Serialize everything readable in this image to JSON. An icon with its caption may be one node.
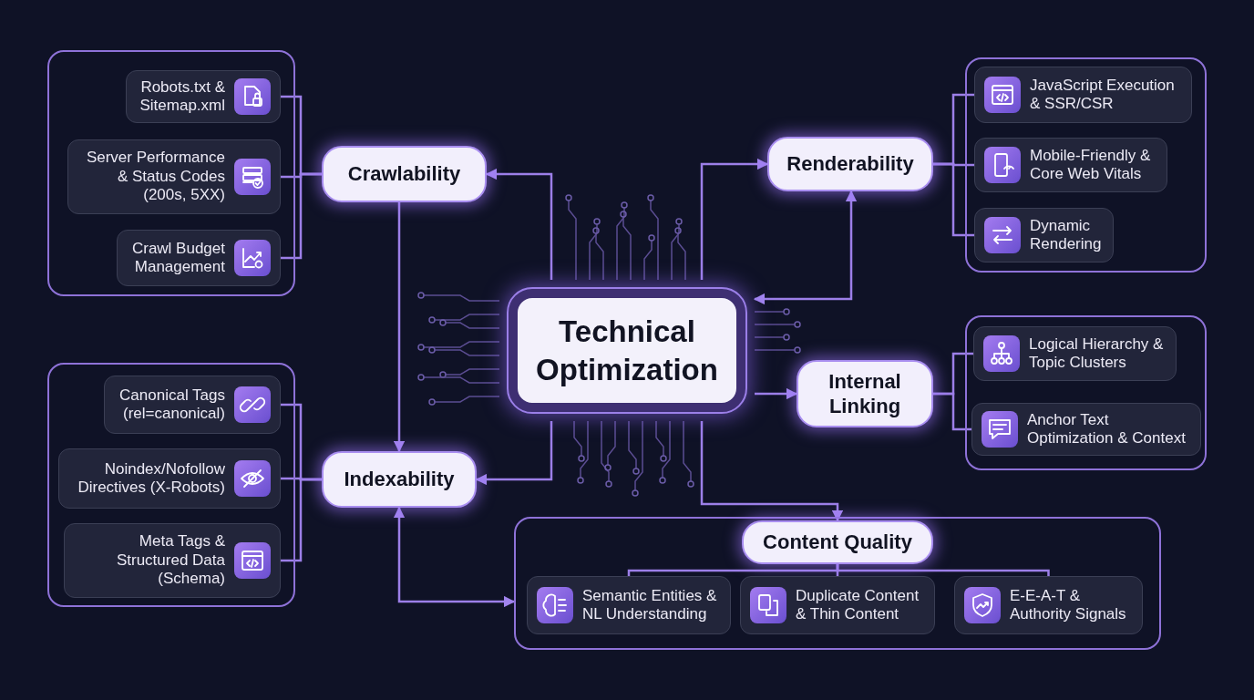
{
  "diagram": {
    "nodes": [
      {
        "text": [],
        "shape": "box"
      },
      {
        "text": [
          "Robots.txt & Sitemap.xml"
        ],
        "in": 0
      },
      {
        "text": [
          "Server Performance & Status Codes (200s, 5XX)"
        ],
        "in": 0
      },
      {
        "text": [
          "Crawl Budget Management"
        ],
        "in": 0
      },
      {
        "text": [
          "Crawlability"
        ]
      },
      {
        "text": [
          "Renderability"
        ]
      },
      {
        "text": [],
        "shape": "box"
      },
      {
        "text": [
          "JavaScript Execution & SSR/CSR"
        ],
        "in": 6
      },
      {
        "text": [
          "Mobile-Friendly & Core Web Vitals"
        ],
        "in": 6
      },
      {
        "text": [
          "Dynamic Rendering"
        ],
        "in": 6
      },
      {
        "text": [
          "Technical Optimization"
        ]
      },
      {
        "text": [
          "Internal Linking"
        ]
      },
      {
        "text": [],
        "shape": "box"
      },
      {
        "text": [
          "Logical Hierarchy & Topic Clusters"
        ],
        "in": 12
      },
      {
        "text": [
          "Anchor Text Optimization & Context"
        ],
        "in": 12
      },
      {
        "text": [],
        "shape": "box"
      },
      {
        "text": [
          "Canonical Tags (rel=canonical)"
        ],
        "in": 15
      },
      {
        "text": [
          "Noindex/Nofollow Directives (X-Robots)"
        ],
        "in": 15
      },
      {
        "text": [
          "Meta Tags & Structured Data (Schema)"
        ],
        "in": 15
      },
      {
        "text": [
          "Indexability"
        ]
      },
      {
        "text": [],
        "shape": "box"
      },
      {
        "text": [
          "Content Quality"
        ],
        "in": 20
      },
      {
        "text": [
          "Semantic Entities & NL Understanding"
        ],
        "in": 20
      },
      {
        "text": [
          "Duplicate Content & Thin Content"
        ],
        "in": 20
      },
      {
        "text": [
          "E-E-A-T & Authority Signals"
        ],
        "in": 20
      }
    ],
    "edges": [
      {
        "from": 1,
        "to": 4,
        "arrow": "none"
      },
      {
        "from": 2,
        "to": 4,
        "arrow": "none"
      },
      {
        "from": 3,
        "to": 4,
        "arrow": "none"
      },
      {
        "from": 10,
        "to": 4,
        "arrow": "to"
      },
      {
        "from": 4,
        "to": 19,
        "arrow": "to"
      },
      {
        "from": 10,
        "to": 19,
        "arrow": "to"
      },
      {
        "from": 10,
        "to": 5,
        "arrow": "to"
      },
      {
        "from": 5,
        "to": 10,
        "arrow": "both"
      },
      {
        "from": 10,
        "to": 11,
        "arrow": "to"
      },
      {
        "from": 10,
        "to": 21,
        "arrow": "to"
      },
      {
        "from": 19,
        "to": 20,
        "arrow": "both"
      },
      {
        "from": 5,
        "to": 7,
        "arrow": "none"
      },
      {
        "from": 5,
        "to": 8,
        "arrow": "none"
      },
      {
        "from": 5,
        "to": 9,
        "arrow": "none"
      },
      {
        "from": 11,
        "to": 13,
        "arrow": "none"
      },
      {
        "from": 11,
        "to": 14,
        "arrow": "none"
      },
      {
        "from": 16,
        "to": 19,
        "arrow": "none"
      },
      {
        "from": 17,
        "to": 19,
        "arrow": "none"
      },
      {
        "from": 18,
        "to": 19,
        "arrow": "none"
      },
      {
        "from": 21,
        "to": 22,
        "arrow": "none"
      },
      {
        "from": 21,
        "to": 23,
        "arrow": "none"
      },
      {
        "from": 21,
        "to": 24,
        "arrow": "none"
      }
    ]
  }
}
